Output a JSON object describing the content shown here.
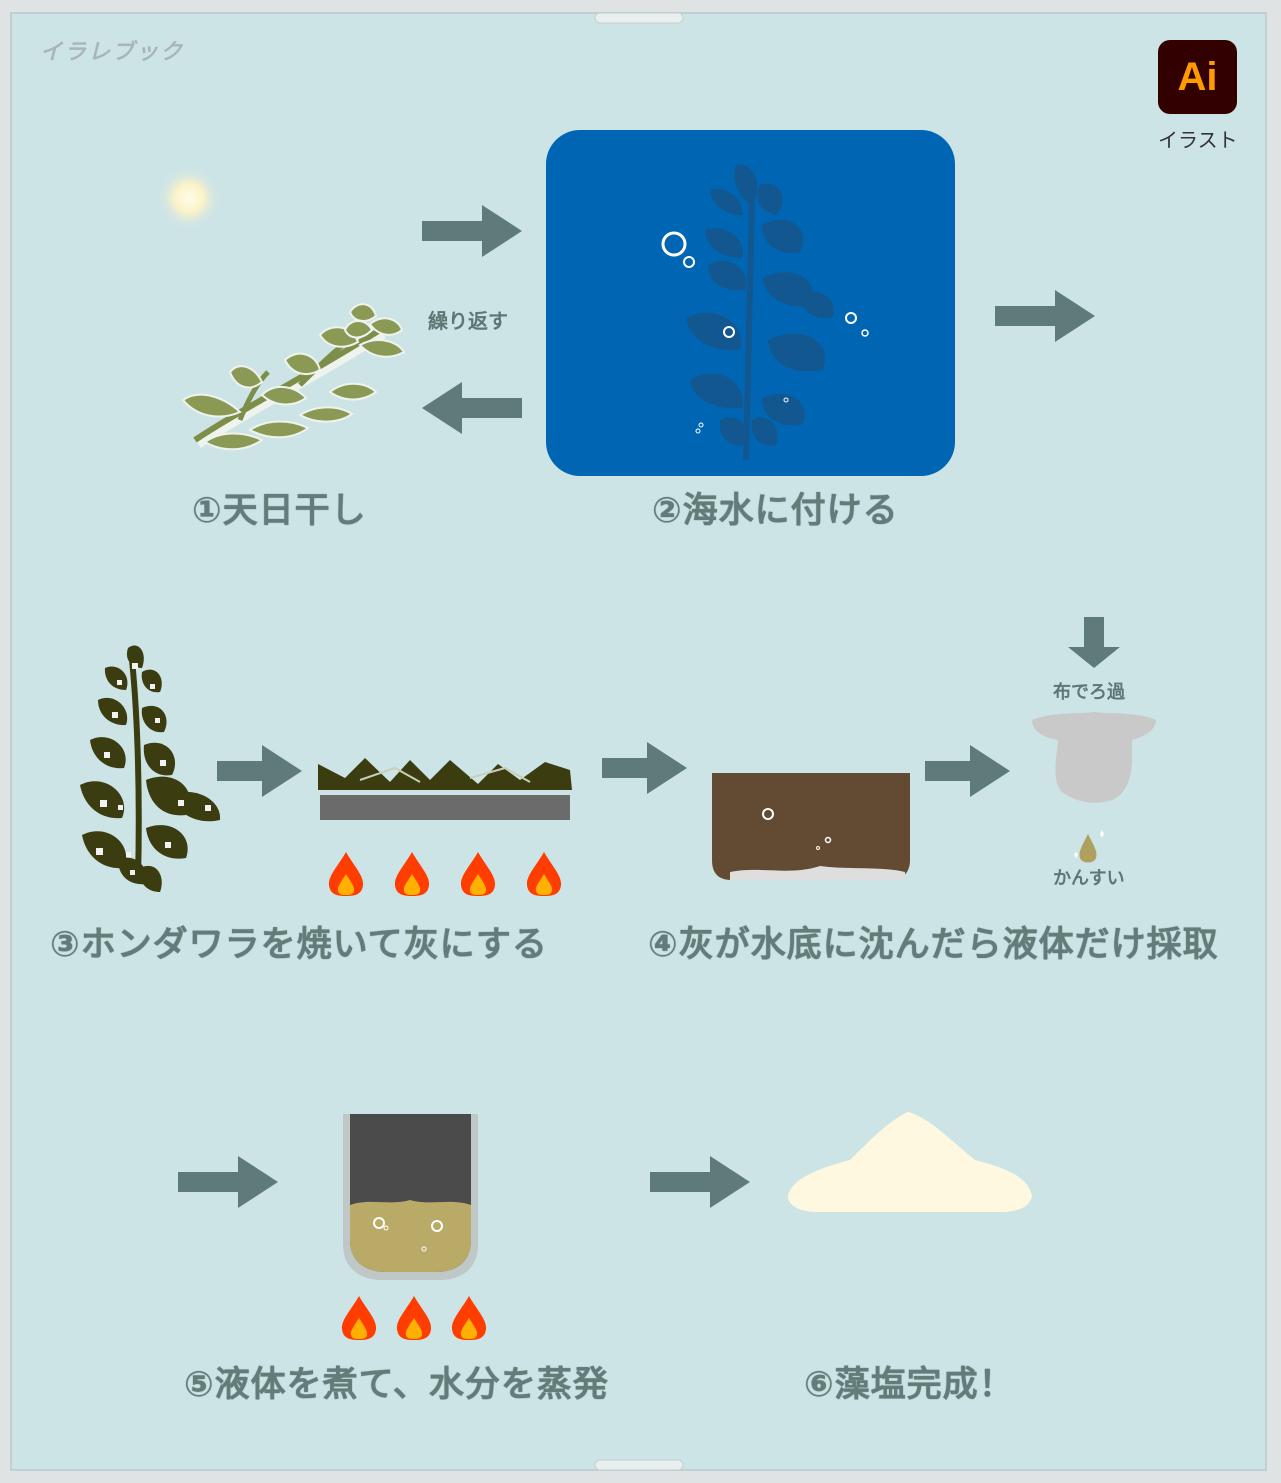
{
  "watermark": "イラレブック",
  "badge": {
    "text": "Ai",
    "caption": "イラスト"
  },
  "steps": {
    "s1": "①天日干し",
    "s2": "②海水に付ける",
    "s3": "③ホンダワラを焼いて灰にする",
    "s4": "④灰が水底に沈んだら液体だけ採取",
    "s5": "⑤液体を煮て、水分を蒸発",
    "s6": "⑥藻塩完成！"
  },
  "notes": {
    "repeat": "繰り返す",
    "cloth_filter": "布でろ過",
    "kansui": "かんすい"
  },
  "colors": {
    "background": "#cde4e6",
    "arrow": "#5e7b79",
    "sea": "#0066b3",
    "seaweed_dry": "#8a9a54",
    "flame": "#ff4a00"
  }
}
